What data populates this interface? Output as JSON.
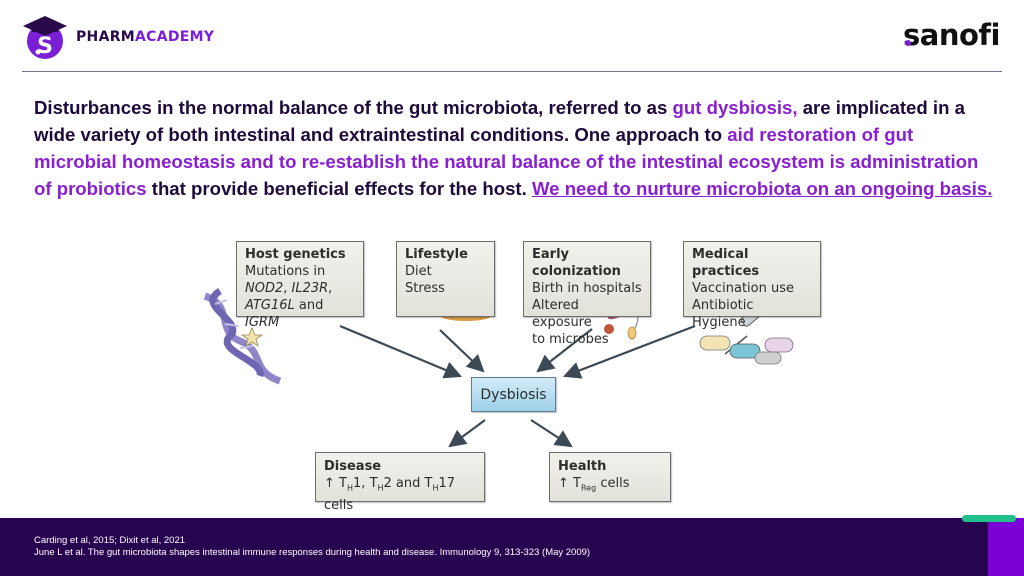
{
  "header": {
    "brand_left_part1": "PHARM",
    "brand_left_part2": "ACADEMY",
    "brand_right": "sanofi"
  },
  "body": {
    "seg1": "Disturbances in the normal balance of the gut microbiota, referred to as ",
    "seg2_highlight": "gut dysbiosis,",
    "seg3": " are implicated in a wide variety of both intestinal and extraintestinal conditions.  One approach to ",
    "seg4_highlight": "aid restoration of gut microbial homeostasis and to re-establish the natural balance of the intestinal ecosystem is administration of probiotics",
    "seg5": " that provide beneficial effects for the host. ",
    "seg6_link": "We need to nurture microbiota on an ongoing basis."
  },
  "diagram": {
    "host_genetics": {
      "title": "Host genetics",
      "line1": "Mutations in",
      "gene1": "NOD2",
      "gene2": "IL23R",
      "gene3": "ATG16L",
      "and": "and",
      "gene4": "IGRM"
    },
    "lifestyle": {
      "title": "Lifestyle",
      "line1": "Diet",
      "line2": "Stress"
    },
    "early_colonization": {
      "title": "Early colonization",
      "line1": "Birth in hospitals",
      "line2": "Altered exposure",
      "line3": "to microbes"
    },
    "medical_practices": {
      "title": "Medical practices",
      "line1": "Vaccination use",
      "line2": "Antibiotic",
      "line3": "Hygiene"
    },
    "center": "Dysbiosis",
    "disease": {
      "title": "Disease",
      "arrow": "↑",
      "t": "T",
      "h": "H",
      "a": "1, ",
      "b": "2 and ",
      "c": "17 cells"
    },
    "health": {
      "title": "Health",
      "arrow": "↑",
      "t": "T",
      "reg": "Reg",
      "cells": " cells"
    }
  },
  "footer": {
    "line1": "Carding et al, 2015; Dixit et al, 2021",
    "line2": "June L et al. The gut microbiota shapes intestinal immune responses during health and disease.  Immunology 9, 313-323 (May 2009)"
  },
  "colors": {
    "brand_purple": "#7a1fd6",
    "highlight": "#8a1fd1",
    "text_dark": "#1f0a3c",
    "footer_bg": "#280450",
    "accent_green": "#22c08a"
  }
}
